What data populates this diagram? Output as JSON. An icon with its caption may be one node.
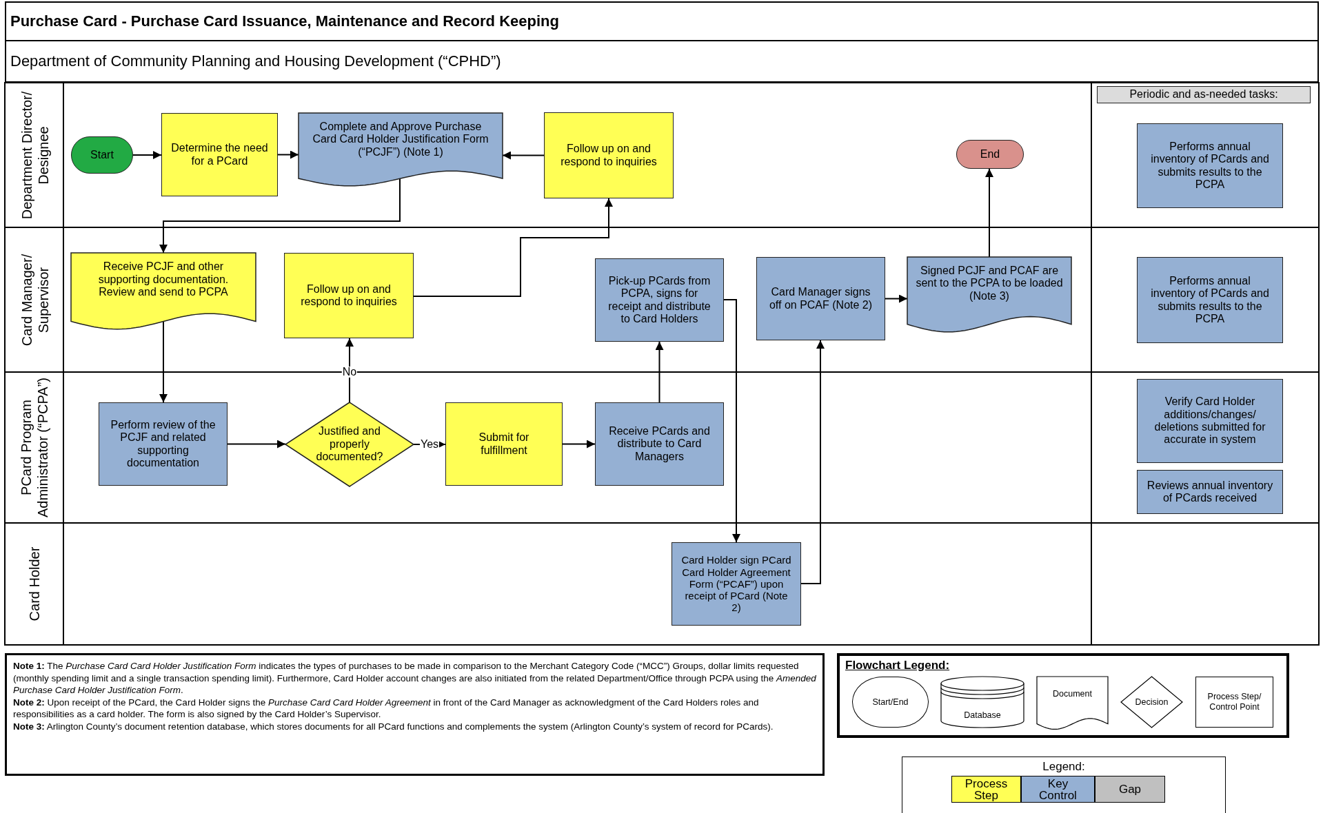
{
  "diagram": {
    "title": "Purchase Card - Purchase Card Issuance, Maintenance and Record Keeping",
    "nodes": [
      {
        "text": [
          "Department Director/ Designee"
        ]
      },
      {
        "text": [
          "Start"
        ],
        "in": 0
      },
      {
        "text": [
          "Determine the need for a PCard"
        ],
        "in": 0
      },
      {
        "text": [
          "Complete and Approve Purchase Card Card Holder Justification Form (“PCJF”) (Note 1)"
        ],
        "in": 0
      },
      {
        "text": [
          "Follow up on and respond to inquiries"
        ],
        "in": 0
      },
      {
        "text": [
          "End"
        ],
        "in": 0
      },
      {
        "text": [
          "Periodic and as-needed tasks:"
        ],
        "in": 0
      },
      {
        "text": [
          "Performs annual inventory of PCards and submits results to the PCPA"
        ],
        "in": 0
      },
      {
        "text": [
          "Card Manager/ Supervisor"
        ]
      },
      {
        "text": [
          "Receive PCJF and other supporting documentation. Review and send to PCPA"
        ],
        "in": 8
      },
      {
        "text": [
          "Follow up on and respond to inquiries"
        ],
        "in": 8
      },
      {
        "text": [
          "Pick-up PCards from PCPA, signs for receipt and distribute to Card Holders"
        ],
        "in": 8
      },
      {
        "text": [
          "Card Manager signs off on PCAF (Note 2)"
        ],
        "in": 8
      },
      {
        "text": [
          "Signed PCJF and PCAF are sent to the PCPA to be loaded (Note 3)"
        ],
        "in": 8
      },
      {
        "text": [
          "Performs annual inventory of PCards and submits results to the PCPA"
        ],
        "in": 8
      },
      {
        "text": [
          "PCard Program Administrator (“PCPA”)"
        ]
      },
      {
        "text": [
          "Perform review of the PCJF and related supporting documentation"
        ],
        "in": 15
      },
      {
        "text": [
          "Justified and properly documented?"
        ],
        "in": 15
      },
      {
        "text": [
          "Submit for fulfillment"
        ],
        "in": 15
      },
      {
        "text": [
          "Receive PCards and distribute to Card Managers"
        ],
        "in": 15
      },
      {
        "text": [
          "Verify Card Holder additions/changes/ deletions submitted for accurate in system"
        ],
        "in": 15
      },
      {
        "text": [
          "Reviews annual inventory of PCards received"
        ],
        "in": 15
      },
      {
        "text": [
          "Card Holder"
        ]
      },
      {
        "text": [
          "Card Holder sign PCard Card Holder Agreement Form (“PCAF”) upon receipt of PCard (Note 2)"
        ],
        "in": 22
      }
    ],
    "edges": [
      {
        "from": 1,
        "to": 2,
        "arrow": "to"
      },
      {
        "from": 2,
        "to": 3,
        "arrow": "to"
      },
      {
        "from": 4,
        "to": 3,
        "arrow": "to"
      },
      {
        "from": 3,
        "to": 9,
        "arrow": "to"
      },
      {
        "from": 9,
        "to": 16,
        "arrow": "to"
      },
      {
        "from": 16,
        "to": 17,
        "arrow": "to"
      },
      {
        "from": 17,
        "to": 10,
        "arrow": "to",
        "label": "No"
      },
      {
        "from": 17,
        "to": 18,
        "arrow": "to",
        "label": "Yes"
      },
      {
        "from": 18,
        "to": 19,
        "arrow": "to"
      },
      {
        "from": 10,
        "to": 4,
        "arrow": "to"
      },
      {
        "from": 19,
        "to": 11,
        "arrow": "to"
      },
      {
        "from": 11,
        "to": 23,
        "arrow": "to"
      },
      {
        "from": 23,
        "to": 12,
        "arrow": "to"
      },
      {
        "from": 12,
        "to": 13,
        "arrow": "to"
      },
      {
        "from": 13,
        "to": 5,
        "arrow": "to"
      }
    ],
    "labels": [
      "Department of Community Planning and Housing Development (“CPHD”)",
      "**Note 1:** The *Purchase Card Card Holder Justification Form* indicates the types of purchases to be made in comparison to the Merchant Category Code (“MCC”) Groups, dollar limits requested (monthly spending limit and a single transaction spending limit).  Furthermore, Card Holder account changes are also initiated from the related Department/Office through PCPA  using the *Amended Purchase Card Holder Justification Form*.",
      "**Note 2:** Upon receipt of the PCard, the Card Holder signs the *Purchase Card Card Holder Agreement* in front of the Card Manager as acknowledgment of the Card Holders roles and responsibilities as a card holder.  The form is also signed by the Card Holder’s Supervisor.",
      "**Note 3:** Arlington County’s document retention database, which stores documents for all PCard functions and complements the system (Arlington County’s system of record for PCards).",
      "Flowchart Legend:",
      "Legend:"
    ],
    "legend": [
      {
        "text": "Start/End"
      },
      {
        "text": "Database"
      },
      {
        "text": "Document"
      },
      {
        "text": "Decision"
      },
      {
        "text": "Process Step/ Control Point"
      },
      {
        "text": "Process Step",
        "color": "#ffff55"
      },
      {
        "text": "Key Control",
        "color": "#95b0d3"
      },
      {
        "text": "Gap",
        "color": "#c0c0c0"
      }
    ]
  }
}
